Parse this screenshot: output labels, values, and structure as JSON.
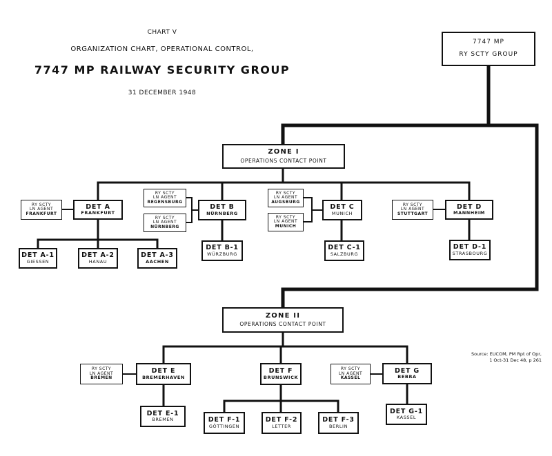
{
  "header": {
    "chart": "CHART V",
    "subtitle": "ORGANIZATION CHART, OPERATIONAL CONTROL,",
    "title": "7747 MP RAILWAY SECURITY GROUP",
    "date": "31 DECEMBER 1948"
  },
  "top": {
    "line1": "7747 MP",
    "line2": "RY SCTY GROUP"
  },
  "zone1": {
    "title": "ZONE I",
    "subtitle": "OPERATIONS CONTACT POINT",
    "det_a": {
      "name": "DET A",
      "loc": "FRANKFURT"
    },
    "det_b": {
      "name": "DET B",
      "loc": "NÜRNBERG"
    },
    "det_c": {
      "name": "DET C",
      "loc": "MUNICH"
    },
    "det_d": {
      "name": "DET D",
      "loc": "MANNHEIM"
    },
    "agent_frankfurt": {
      "l1": "RY SCTY",
      "l2": "LN AGENT",
      "l3": "FRANKFURT"
    },
    "agent_regensburg": {
      "l1": "RY SCTY",
      "l2": "LN AGENT",
      "l3": "REGENSBURG"
    },
    "agent_nurnberg": {
      "l1": "RY SCTY",
      "l2": "LN AGENT",
      "l3": "NÜRNBERG"
    },
    "agent_augsburg": {
      "l1": "RY SCTY",
      "l2": "LN AGENT",
      "l3": "AUGSBURG"
    },
    "agent_munich": {
      "l1": "RY SCTY",
      "l2": "LN AGENT",
      "l3": "MUNICH"
    },
    "agent_stuttgart": {
      "l1": "RY SCTY",
      "l2": "LN AGENT",
      "l3": "STUTTGART"
    },
    "det_a1": {
      "name": "DET A-1",
      "loc": "GIESSEN"
    },
    "det_a2": {
      "name": "DET A-2",
      "loc": "HANAU"
    },
    "det_a3": {
      "name": "DET A-3",
      "loc": "AACHEN"
    },
    "det_b1": {
      "name": "DET B-1",
      "loc": "WÜRZBURG"
    },
    "det_c1": {
      "name": "DET C-1",
      "loc": "SALZBURG"
    },
    "det_d1": {
      "name": "DET D-1",
      "loc": "STRASBOURG"
    }
  },
  "zone2": {
    "title": "ZONE II",
    "subtitle": "OPERATIONS CONTACT POINT",
    "det_e": {
      "name": "DET E",
      "loc": "BREMERHAVEN"
    },
    "det_f": {
      "name": "DET F",
      "loc": "BRUNSWICK"
    },
    "det_g": {
      "name": "DET G",
      "loc": "BEBRA"
    },
    "agent_bremen": {
      "l1": "RY SCTY",
      "l2": "LN AGENT",
      "l3": "BREMEN"
    },
    "agent_kassel": {
      "l1": "RY SCTY",
      "l2": "LN AGENT",
      "l3": "KASSEL"
    },
    "det_e1": {
      "name": "DET E-1",
      "loc": "BREMEN"
    },
    "det_f1": {
      "name": "DET F-1",
      "loc": "GÖTTINGEN"
    },
    "det_f2": {
      "name": "DET F-2",
      "loc": "LETTER"
    },
    "det_f3": {
      "name": "DET F-3",
      "loc": "BERLIN"
    },
    "det_g1": {
      "name": "DET G-1",
      "loc": "KASSEL"
    }
  },
  "source": {
    "line1": "Source: EUCOM, PM Rpt of Opr,",
    "line2": "1 Oct-31 Dec 48, p 261"
  }
}
